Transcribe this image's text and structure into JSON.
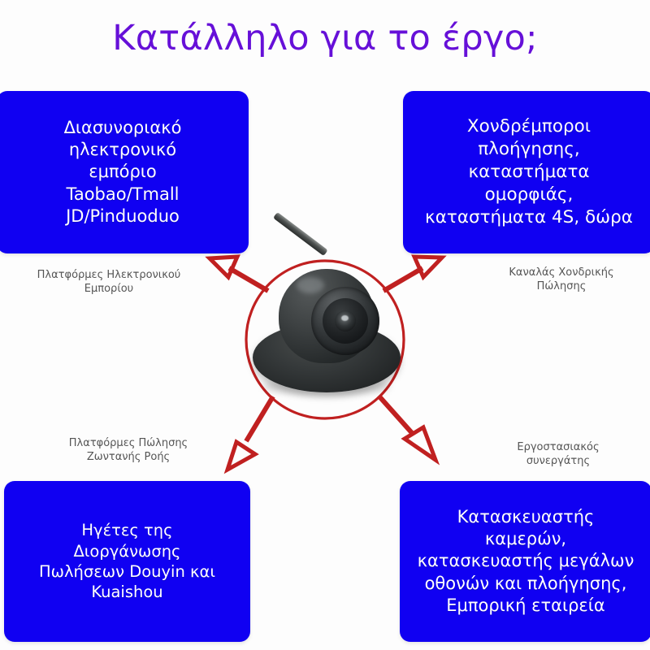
{
  "page": {
    "title": "Κατάλληλο για το έργο;",
    "background_color": "#fdfdfd",
    "title_color": "#6610d8",
    "card_color": "#1000f2",
    "card_text_color": "#ffffff",
    "accent_red": "#c02020",
    "caption_color": "#555555"
  },
  "cards": {
    "top_left": {
      "text": "Διασυνοριακό\nηλεκτρονικό\nεμπόριο\nTaobao/Tmall\nJD/Pinduoduo",
      "caption": "Πλατφόρμες Ηλεκτρονικού Εμπορίου"
    },
    "top_right": {
      "text": "Χονδρέμποροι\nπλοήγησης,\nκαταστήματα\nομορφιάς,\nκαταστήματα 4S, δώρα",
      "caption": "Καναλάς Χονδρικής\nΠώλησης"
    },
    "bottom_left": {
      "text": "Ηγέτες της\nΔιοργάνωσης\nΠωλήσεων Douyin και\nKuaishou",
      "caption": "Πλατφόρμες Πώλησης\nΖωντανής Ροής"
    },
    "bottom_right": {
      "text": "Κατασκευαστής\nκαμερών,\nκατασκευαστής μεγάλων\nοθονών και πλοήγησης,\nΕμπορική εταιρεία",
      "caption": "Εργοστασιακός\nσυνεργάτης"
    }
  },
  "center": {
    "product_name": "car-camera-product-photo",
    "highlight_shape": "red-circle-outline",
    "arrows": [
      {
        "name": "arrow-top-left",
        "direction": "up-left"
      },
      {
        "name": "arrow-top-right",
        "direction": "up-right"
      },
      {
        "name": "arrow-bottom-left",
        "direction": "down-left"
      },
      {
        "name": "arrow-bottom-right",
        "direction": "down-right"
      }
    ]
  }
}
